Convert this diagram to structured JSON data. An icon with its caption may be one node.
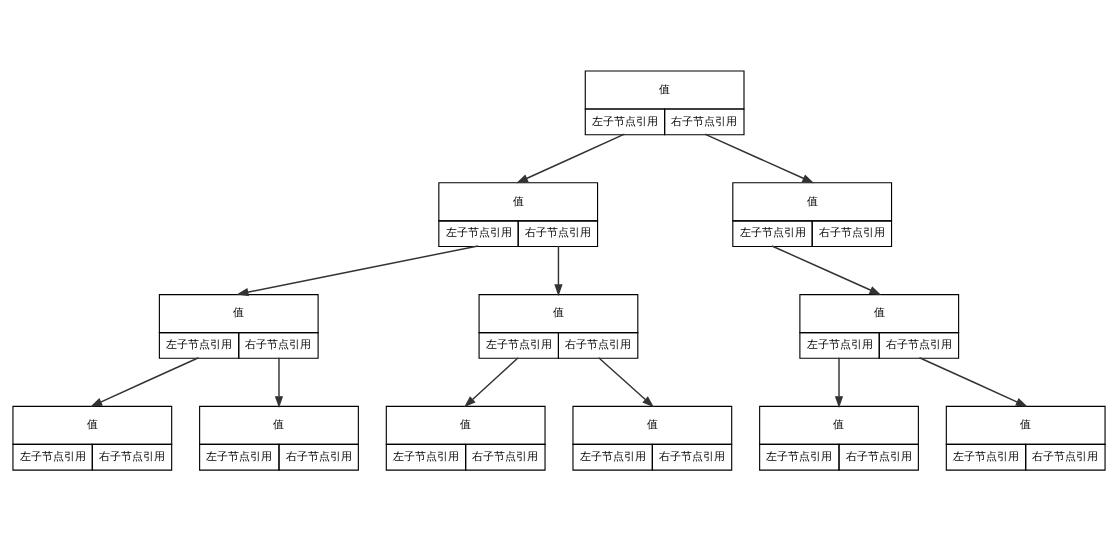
{
  "diagram": {
    "nodes": [
      {
        "text": [
          "值",
          "左子节点引用",
          "右子节点引用"
        ]
      },
      {
        "text": [
          "值",
          "左子节点引用",
          "右子节点引用"
        ]
      },
      {
        "text": [
          "值",
          "左子节点引用",
          "右子节点引用"
        ]
      },
      {
        "text": [
          "值",
          "左子节点引用",
          "右子节点引用"
        ]
      },
      {
        "text": [
          "值",
          "左子节点引用",
          "右子节点引用"
        ]
      },
      {
        "text": [
          "值",
          "左子节点引用",
          "右子节点引用"
        ]
      },
      {
        "text": [
          "值",
          "左子节点引用",
          "右子节点引用"
        ]
      },
      {
        "text": [
          "值",
          "左子节点引用",
          "右子节点引用"
        ]
      },
      {
        "text": [
          "值",
          "左子节点引用",
          "右子节点引用"
        ]
      },
      {
        "text": [
          "值",
          "左子节点引用",
          "右子节点引用"
        ]
      },
      {
        "text": [
          "值",
          "左子节点引用",
          "右子节点引用"
        ]
      },
      {
        "text": [
          "值",
          "左子节点引用",
          "右子节点引用"
        ]
      }
    ],
    "edges": [
      {
        "from": 0,
        "to": 1,
        "arrow": "to"
      },
      {
        "from": 0,
        "to": 2,
        "arrow": "to"
      },
      {
        "from": 1,
        "to": 3,
        "arrow": "to"
      },
      {
        "from": 1,
        "to": 4,
        "arrow": "to"
      },
      {
        "from": 2,
        "to": 5,
        "arrow": "to"
      },
      {
        "from": 3,
        "to": 6,
        "arrow": "to"
      },
      {
        "from": 3,
        "to": 7,
        "arrow": "to"
      },
      {
        "from": 4,
        "to": 8,
        "arrow": "to"
      },
      {
        "from": 4,
        "to": 9,
        "arrow": "to"
      },
      {
        "from": 5,
        "to": 10,
        "arrow": "to"
      },
      {
        "from": 5,
        "to": 11,
        "arrow": "to"
      }
    ]
  }
}
